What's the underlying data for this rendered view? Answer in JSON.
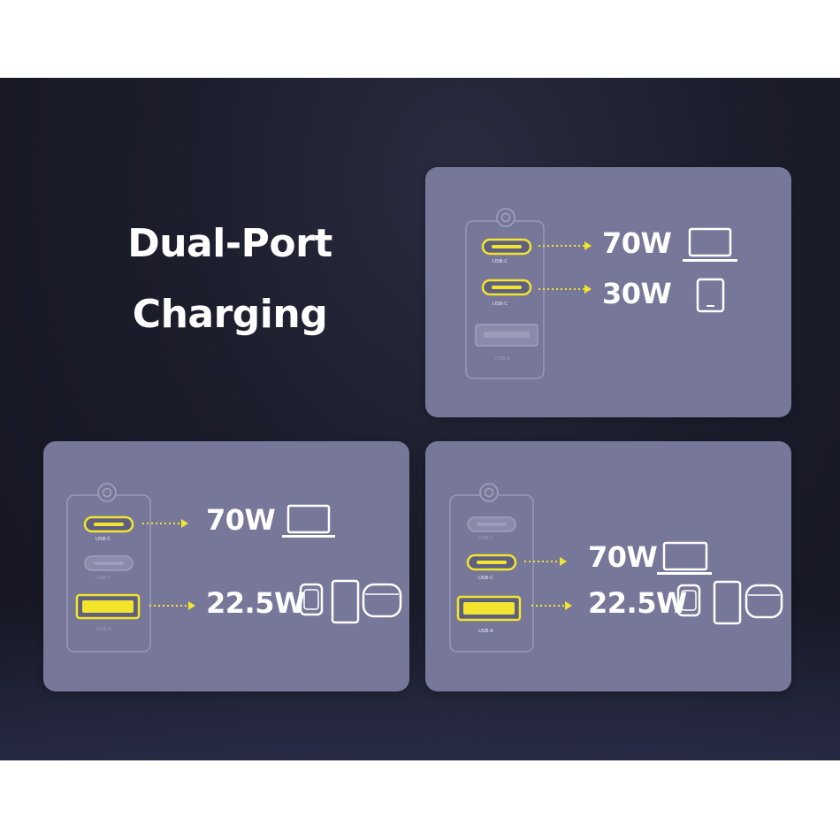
{
  "headline": {
    "line1": "Dual-Port",
    "line2": "Charging"
  },
  "accent_color": "#f3e52d",
  "panels": [
    {
      "outputs": [
        {
          "power": "70W",
          "devices": [
            "laptop-icon"
          ]
        },
        {
          "power": "30W",
          "devices": [
            "tablet-icon"
          ]
        }
      ],
      "ports": [
        {
          "label": "USB-C",
          "active": true
        },
        {
          "label": "USB-C",
          "active": true
        },
        {
          "label": "USB-A",
          "active": false
        }
      ]
    },
    {
      "outputs": [
        {
          "power": "70W",
          "devices": [
            "laptop-icon"
          ]
        },
        {
          "power": "22.5W",
          "devices": [
            "smartwatch-icon",
            "phone-icon",
            "earbuds-case-icon"
          ]
        }
      ],
      "ports": [
        {
          "label": "USB-C",
          "active": true
        },
        {
          "label": "USB-C",
          "active": false
        },
        {
          "label": "USB-A",
          "active": true
        }
      ]
    },
    {
      "outputs": [
        {
          "power": "70W",
          "devices": [
            "laptop-icon"
          ]
        },
        {
          "power": "22.5W",
          "devices": [
            "smartwatch-icon",
            "phone-icon",
            "earbuds-case-icon"
          ]
        }
      ],
      "ports": [
        {
          "label": "USB-C",
          "active": false
        },
        {
          "label": "USB-C",
          "active": true
        },
        {
          "label": "USB-A",
          "active": true
        }
      ]
    }
  ]
}
